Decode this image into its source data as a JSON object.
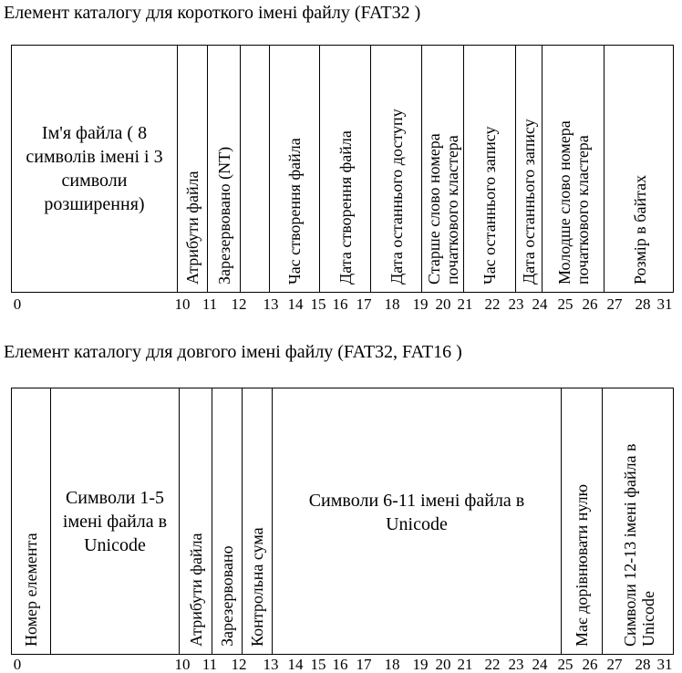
{
  "short_entry": {
    "title": "Елемент каталогу для короткого імені файлу (FAT32 )",
    "fields": [
      {
        "label": "Ім'я файла ( 8 символів імені і 3 символи розширення)"
      },
      {
        "label": "Атрибути файла"
      },
      {
        "label": "Зарезервовано (NT)"
      },
      {
        "label": ""
      },
      {
        "label": "Час створення файла"
      },
      {
        "label": "Дата створення файла"
      },
      {
        "label": "Дата останнього доступу"
      },
      {
        "label": "Старше слово номера початкового кластера"
      },
      {
        "label": "Час останнього запису"
      },
      {
        "label": "Дата останнього запису"
      },
      {
        "label": "Молодше слово номера початкового кластера"
      },
      {
        "label": "Розмір в байтах"
      }
    ],
    "ticks": [
      "0",
      "10",
      "11",
      "12",
      "13",
      "14",
      "15",
      "16",
      "17",
      "18",
      "19",
      "20",
      "21",
      "22",
      "23",
      "24",
      "25",
      "26",
      "27",
      "28",
      "31"
    ]
  },
  "long_entry": {
    "title": "Елемент каталогу для довгого імені файлу (FAT32, FAT16 )",
    "fields": [
      {
        "label": "Номер елемента"
      },
      {
        "label": "Символи 1-5 імені файла в Unicode"
      },
      {
        "label": "Атрибути файла"
      },
      {
        "label": "Зарезервовано"
      },
      {
        "label": "Контрольна сума"
      },
      {
        "label": "Символи 6-11 імені файла в Unicode"
      },
      {
        "label": "Має дорівнювати нулю"
      },
      {
        "label": "Символи 12-13 імені файла в Unicode"
      }
    ],
    "ticks": [
      "0",
      "10",
      "11",
      "12",
      "13",
      "14",
      "15",
      "16",
      "17",
      "18",
      "19",
      "20",
      "21",
      "22",
      "23",
      "24",
      "25",
      "26",
      "27",
      "28",
      "31"
    ]
  }
}
